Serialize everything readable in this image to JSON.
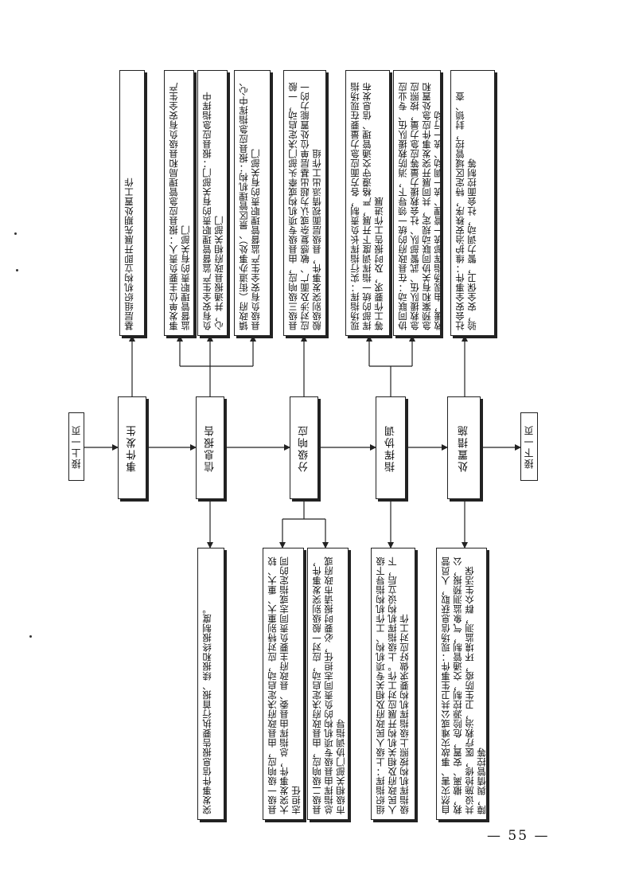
{
  "flow": {
    "prev_page": "接上一页",
    "next_page": "接下一页",
    "steps": [
      "事件发生",
      "信息报告",
      "分级响应",
      "指挥协调",
      "处置措施"
    ]
  },
  "upper": {
    "event_box": "基层组织机构立即开展先期处置工作",
    "report": [
      "事发单位主要负责人：报县应急管理局和县级负有安全生产监督管理职责的有关部门",
      "负有安全生产监督管理职责的有关部门：报县应急指挥中心，并通报县政府相关部门",
      "镇政府（街道办事处）、景区管理机构：报县应急指挥中心、县级负有安全生产监督管理职责的有关部门"
    ],
    "response": "县级三级响应，由县级专项机构或牵头部门决定启动，一般应对涉及面广、敏感复杂或认为超出基层单位处置能力的一般级别突发事件，县级层面视情派出工作组",
    "command": [
      "现场指挥：实行指挥长负责制，各方面应急力量要在现场指挥部的统一指挥调度下开展，严格遵守交通管理、信息发布等工作要求，及时报告工作进展",
      "协同联动：在县政府的统一领导下，消防救援队伍、专业应急救援队伍、武警部队、社会救援力量等应急力量，按照应急预案和有关协同联动规定，共同展开突发事件应急处置和救援，由现场指挥部统一管理、统一调动、统一行动"
    ],
    "measures": "社会安全事件：维护治安秩序，特定区域管控，封锁、查验，安全保卫，警力调动，社会面控制等"
  },
  "lower": {
    "report": "突发事件信息报告要执行首报、续报和终报制度。",
    "response": [
      "县级一级响应，由县政府决定启动，应对特别重大、重大、较大突发事件，总指挥由县委、县政府主要负责同志或指定的同志担任",
      "县级二级响应，由县政府决定启动，应对一般级别突发事件，总指挥由县级专项机构的负责同志担任，必要时报请市政府或市级相关部门协调指导"
    ],
    "command": "组织指挥：上级人民政府及相关专项机构、工作机构指导下级人民政府及相关机构开展应对工作。上级指挥机构设立后，下级指挥机构按照上级指挥机构要求做好应对工作",
    "measures": "自然灾害、事故灾难或公共卫生事件：现场信息获取，人员营救，撤离、安置，危险源控制，交通管制，气象监测预报，公共设施抢修，医疗救治，卫生防疫，环境监测，群众生活保障，舆情管控等"
  },
  "footer": {
    "page_number": "— 55 —"
  }
}
